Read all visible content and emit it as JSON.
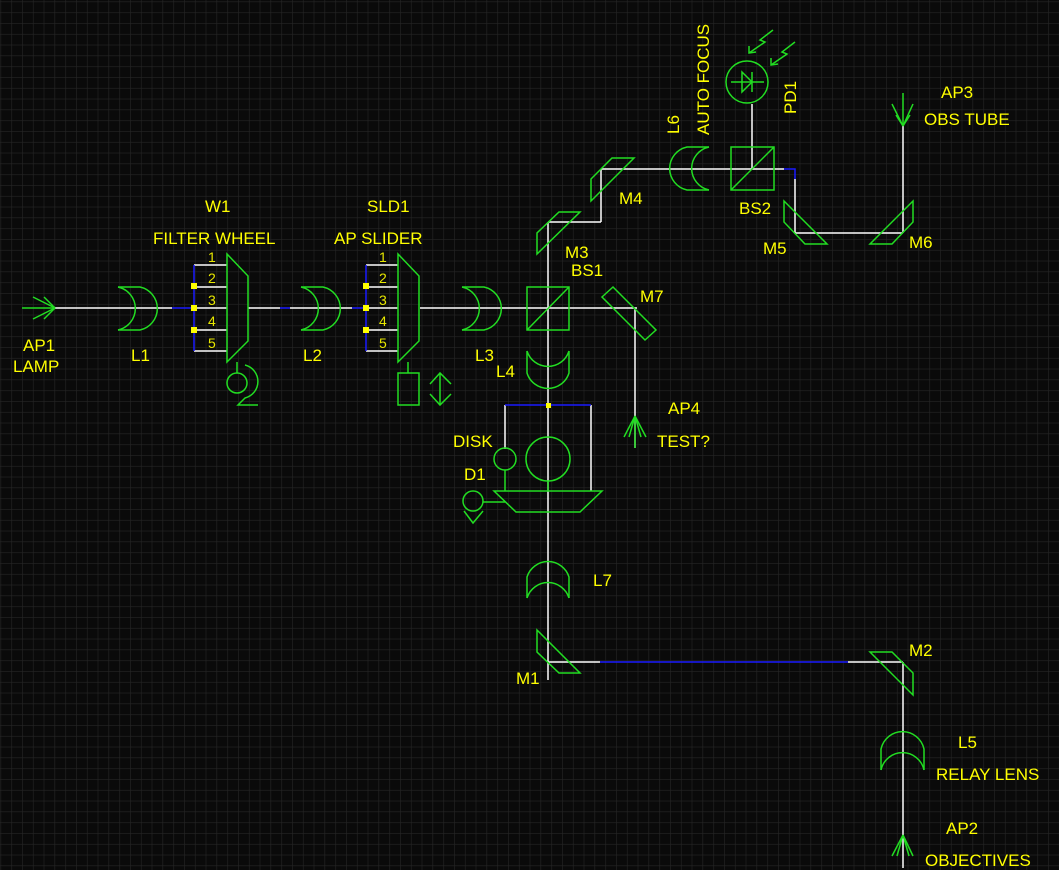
{
  "diagram": {
    "type": "optical-schematic",
    "colors": {
      "background": "#0a0a0a",
      "grid": "#262626",
      "beam": "#ffffff",
      "wire": "#1a1aff",
      "symbol": "#22dd22",
      "label": "#ffff00"
    },
    "components": {
      "ap1": {
        "ref": "AP1",
        "desc": "LAMP"
      },
      "l1": {
        "ref": "L1"
      },
      "w1": {
        "ref": "W1",
        "desc": "FILTER WHEEL",
        "positions": [
          "1",
          "2",
          "3",
          "4",
          "5"
        ]
      },
      "l2": {
        "ref": "L2"
      },
      "sld1": {
        "ref": "SLD1",
        "desc": "AP SLIDER",
        "positions": [
          "1",
          "2",
          "3",
          "4",
          "5"
        ]
      },
      "l3": {
        "ref": "L3"
      },
      "l4": {
        "ref": "L4"
      },
      "bs1": {
        "ref": "BS1"
      },
      "m3": {
        "ref": "M3"
      },
      "m4": {
        "ref": "M4"
      },
      "m7": {
        "ref": "M7"
      },
      "l6": {
        "ref": "L6"
      },
      "autofocus": {
        "desc": "AUTO FOCUS"
      },
      "pd1": {
        "ref": "PD1"
      },
      "bs2": {
        "ref": "BS2"
      },
      "m5": {
        "ref": "M5"
      },
      "m6": {
        "ref": "M6"
      },
      "ap3": {
        "ref": "AP3",
        "desc": "OBS TUBE"
      },
      "ap4": {
        "ref": "AP4",
        "desc": "TEST?"
      },
      "disk": {
        "desc": "DISK"
      },
      "d1": {
        "ref": "D1"
      },
      "l7": {
        "ref": "L7"
      },
      "m1": {
        "ref": "M1"
      },
      "m2": {
        "ref": "M2"
      },
      "l5": {
        "ref": "L5",
        "desc": "RELAY LENS"
      },
      "ap2": {
        "ref": "AP2",
        "desc": "OBJECTIVES"
      }
    }
  }
}
